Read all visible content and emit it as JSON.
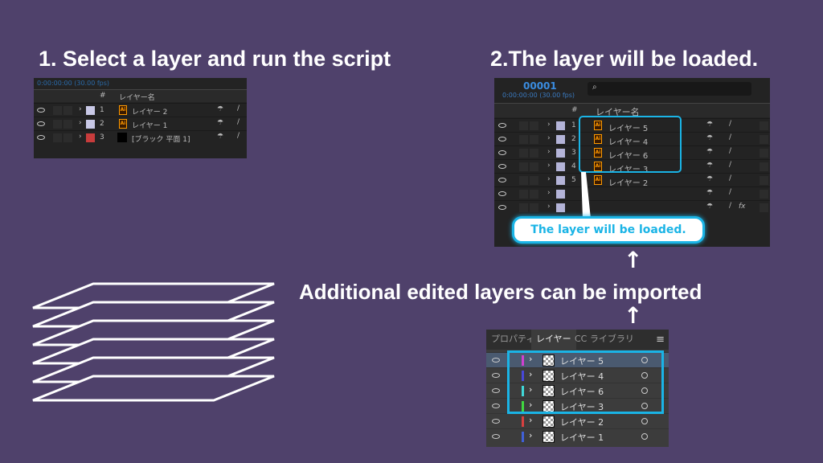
{
  "titles": {
    "step1": "1. Select a layer and run the script",
    "step2": "2.The layer will be loaded.",
    "middle": "Additional edited layers can be imported"
  },
  "arrows": {
    "up": "↑"
  },
  "panel1": {
    "timecode": "0:00:00:00 (30.00 fps)",
    "col_name": "レイヤー名",
    "col_num": "#",
    "rows": [
      {
        "num": "1",
        "name": "レイヤー 2",
        "color": "#c8c8e6",
        "type": "ai"
      },
      {
        "num": "2",
        "name": "レイヤー 1",
        "color": "#c8c8e6",
        "type": "ai"
      },
      {
        "num": "3",
        "name": "[ブラック 平面 1]",
        "color": "#c83c3c",
        "type": "solid"
      }
    ]
  },
  "panel2": {
    "frame": "00001",
    "timecode": "0:00:00:00 (30.00 fps)",
    "search_icon": "search-icon",
    "col_name": "レイヤー名",
    "col_num": "#",
    "rows": [
      {
        "num": "1",
        "name": "レイヤー 5"
      },
      {
        "num": "2",
        "name": "レイヤー 4"
      },
      {
        "num": "3",
        "name": "レイヤー 6"
      },
      {
        "num": "4",
        "name": "レイヤー 3"
      },
      {
        "num": "5",
        "name": "レイヤー 2"
      },
      {
        "num": "",
        "name": ""
      },
      {
        "num": "",
        "name": "",
        "fx": "fx"
      }
    ],
    "callout": "The layer will be loaded.",
    "highlight_color": "#1ab4e6"
  },
  "panel3": {
    "tabs": [
      "プロパティ",
      "レイヤー",
      "CC ライブラリ"
    ],
    "active_tab": 1,
    "rows": [
      {
        "name": "レイヤー 5",
        "color": "#d040d0",
        "selected": true
      },
      {
        "name": "レイヤー 4",
        "color": "#4848d8"
      },
      {
        "name": "レイヤー 6",
        "color": "#40d8d8"
      },
      {
        "name": "レイヤー 3",
        "color": "#40d840"
      },
      {
        "name": "レイヤー 2",
        "color": "#d84040"
      },
      {
        "name": "レイヤー 1",
        "color": "#4060d8"
      }
    ],
    "highlight_color": "#1ab4e6"
  }
}
